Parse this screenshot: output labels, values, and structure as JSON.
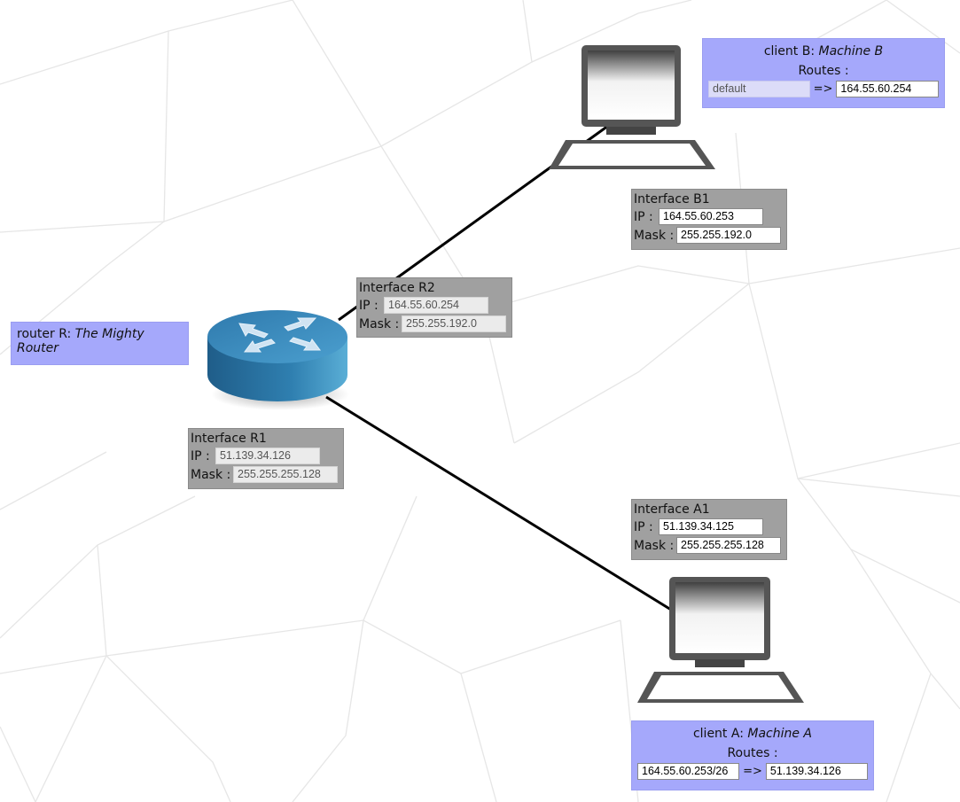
{
  "router": {
    "type_label": "router R:",
    "name": "The Mighty Router",
    "interface_r1": {
      "title": "Interface R1",
      "ip_label": "IP :",
      "ip": "51.139.34.126",
      "mask_label": "Mask :",
      "mask": "255.255.255.128"
    },
    "interface_r2": {
      "title": "Interface R2",
      "ip_label": "IP :",
      "ip": "164.55.60.254",
      "mask_label": "Mask :",
      "mask": "255.255.192.0"
    }
  },
  "client_b": {
    "type_label": "client B:",
    "name": "Machine B",
    "routes_label": "Routes :",
    "route": {
      "destination": "default",
      "arrow": "=>",
      "gateway": "164.55.60.254"
    },
    "interface_b1": {
      "title": "Interface B1",
      "ip_label": "IP :",
      "ip": "164.55.60.253",
      "mask_label": "Mask :",
      "mask": "255.255.192.0"
    }
  },
  "client_a": {
    "type_label": "client A:",
    "name": "Machine A",
    "routes_label": "Routes :",
    "route": {
      "destination": "164.55.60.253/26",
      "arrow": "=>",
      "gateway": "51.139.34.126"
    },
    "interface_a1": {
      "title": "Interface A1",
      "ip_label": "IP :",
      "ip": "51.139.34.125",
      "mask_label": "Mask :",
      "mask": "255.255.255.128"
    }
  },
  "colors": {
    "machine_panel": "#a5a8fb",
    "interface_panel": "#a0a0a0",
    "router_body": "#2d77a7",
    "link": "#000000"
  },
  "icons": [
    "router-icon",
    "computer-icon"
  ]
}
